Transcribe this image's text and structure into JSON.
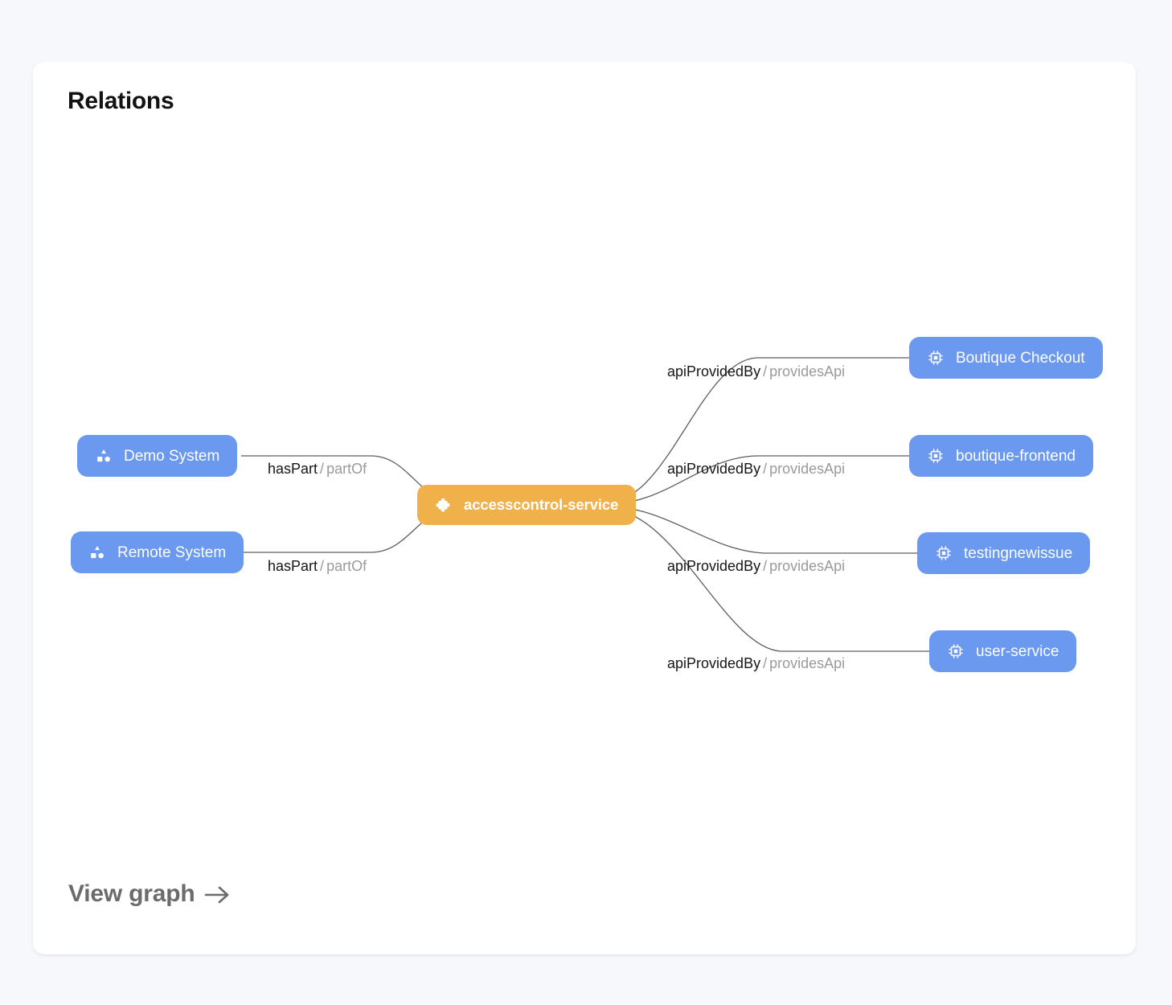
{
  "card": {
    "title": "Relations",
    "footer": {
      "label": "View graph",
      "icon": "arrow-right-icon"
    }
  },
  "colors": {
    "page_background": "#f7f8fc",
    "card_background": "#ffffff",
    "entity_blue": "#6a99ef",
    "focus_orange": "#f0b14b",
    "edge_stroke": "#5d5d5d",
    "relation_forward_text": "#161616",
    "relation_reverse_text": "#9a9a9a",
    "footer_text": "#6b6b6b"
  },
  "graph": {
    "focus_node": {
      "id": "accesscontrol-service",
      "label": "accesscontrol-service",
      "icon": "puzzle-piece-icon",
      "kind": "component"
    },
    "left_nodes": [
      {
        "id": "demo-system",
        "label": "Demo System",
        "icon": "shapes-icon",
        "kind": "system"
      },
      {
        "id": "remote-system",
        "label": "Remote System",
        "icon": "shapes-icon",
        "kind": "system"
      }
    ],
    "right_nodes": [
      {
        "id": "boutique-checkout",
        "label": "Boutique Checkout",
        "icon": "chip-icon",
        "kind": "api"
      },
      {
        "id": "boutique-frontend",
        "label": "boutique-frontend",
        "icon": "chip-icon",
        "kind": "api"
      },
      {
        "id": "testingnewissue",
        "label": "testingnewissue",
        "icon": "chip-icon",
        "kind": "api"
      },
      {
        "id": "user-service",
        "label": "user-service",
        "icon": "chip-icon",
        "kind": "api"
      }
    ],
    "edges": [
      {
        "id": "edge-demo-system",
        "forward": "hasPart",
        "separator": "/",
        "reverse": "partOf"
      },
      {
        "id": "edge-remote-system",
        "forward": "hasPart",
        "separator": "/",
        "reverse": "partOf"
      },
      {
        "id": "edge-boutique-checkout",
        "forward": "apiProvidedBy",
        "separator": "/",
        "reverse": "providesApi"
      },
      {
        "id": "edge-boutique-frontend",
        "forward": "apiProvidedBy",
        "separator": "/",
        "reverse": "providesApi"
      },
      {
        "id": "edge-testingnewissue",
        "forward": "apiProvidedBy",
        "separator": "/",
        "reverse": "providesApi"
      },
      {
        "id": "edge-user-service",
        "forward": "apiProvidedBy",
        "separator": "/",
        "reverse": "providesApi"
      }
    ]
  }
}
